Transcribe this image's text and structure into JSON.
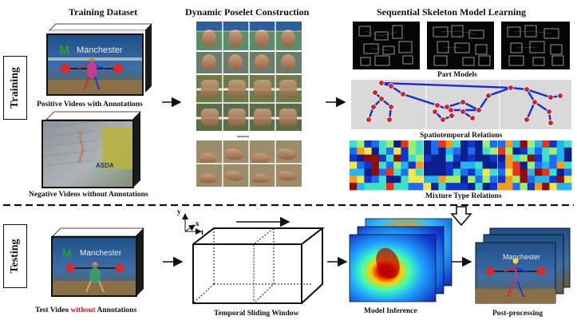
{
  "sections": {
    "training": "Training",
    "testing": "Testing"
  },
  "headers": {
    "training_dataset": "Training Dataset",
    "poselet": "Dynamic Poselet Construction",
    "skeleton": "Sequential Skeleton Model Learning"
  },
  "captions": {
    "positive": "Positive Videos with Annotations",
    "negative": "Negative Videos without Annotations",
    "part_models": "Part Models",
    "spatiotemporal": "Spatiotemporal Relations",
    "mixture": "Mixture Type Relations",
    "test_video_prefix": "Test Video ",
    "test_video_emph": "without",
    "test_video_suffix": " Annotations",
    "sliding_window": "Temporal Sliding Window",
    "inference": "Model Inference",
    "postprocessing": "Post-processing"
  },
  "axes": {
    "y": "y",
    "x": "x",
    "t": "t"
  },
  "ellipsis": "......",
  "frame_text": {
    "manchester": "Manchester",
    "asda": "ASDA"
  },
  "colors": {
    "arrow": "#111111",
    "emphasis": "#e0141e",
    "skeleton_line": "#1a2bd6",
    "skeleton_joint": "#d3222a",
    "panel_bg": "#d9d9d9"
  }
}
